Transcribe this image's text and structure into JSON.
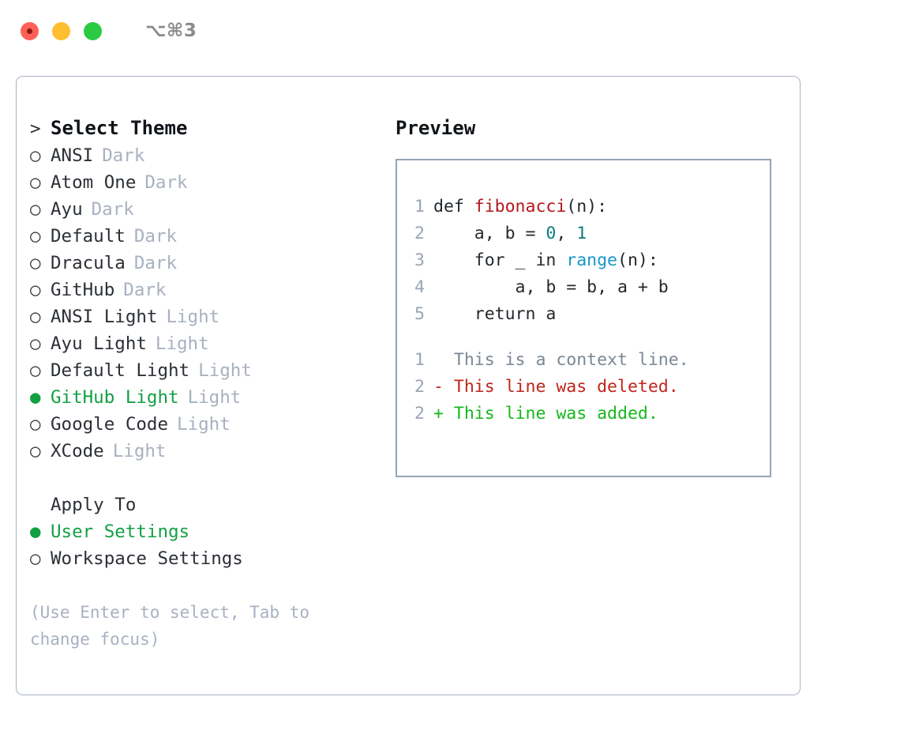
{
  "titlebar": {
    "shortcut": "⌥⌘3",
    "lights": [
      "close",
      "minimize",
      "zoom"
    ]
  },
  "theme_list": {
    "header": "Select Theme",
    "header_marker": ">",
    "marker_selected": "●",
    "marker_unselected": "○",
    "items": [
      {
        "name": "ANSI",
        "kind": "Dark",
        "selected": false
      },
      {
        "name": "Atom One",
        "kind": "Dark",
        "selected": false
      },
      {
        "name": "Ayu",
        "kind": "Dark",
        "selected": false
      },
      {
        "name": "Default",
        "kind": "Dark",
        "selected": false
      },
      {
        "name": "Dracula",
        "kind": "Dark",
        "selected": false
      },
      {
        "name": "GitHub",
        "kind": "Dark",
        "selected": false
      },
      {
        "name": "ANSI Light",
        "kind": "Light",
        "selected": false
      },
      {
        "name": "Ayu Light",
        "kind": "Light",
        "selected": false
      },
      {
        "name": "Default Light",
        "kind": "Light",
        "selected": false
      },
      {
        "name": "GitHub Light",
        "kind": "Light",
        "selected": true
      },
      {
        "name": "Google Code",
        "kind": "Light",
        "selected": false
      },
      {
        "name": "XCode",
        "kind": "Light",
        "selected": false
      }
    ]
  },
  "apply_to": {
    "header": "Apply To",
    "items": [
      {
        "name": "User Settings",
        "selected": true
      },
      {
        "name": "Workspace Settings",
        "selected": false
      }
    ]
  },
  "hint": "(Use Enter to select, Tab to change focus)",
  "preview": {
    "title": "Preview",
    "code_lines": [
      {
        "number": "1",
        "segments": [
          {
            "text": "def ",
            "token": "plain"
          },
          {
            "text": "fibonacci",
            "token": "function"
          },
          {
            "text": "(n):",
            "token": "plain"
          }
        ]
      },
      {
        "number": "2",
        "segments": [
          {
            "text": "    a, b = ",
            "token": "plain"
          },
          {
            "text": "0",
            "token": "number"
          },
          {
            "text": ", ",
            "token": "plain"
          },
          {
            "text": "1",
            "token": "number"
          }
        ]
      },
      {
        "number": "3",
        "segments": [
          {
            "text": "    for _ in ",
            "token": "plain"
          },
          {
            "text": "range",
            "token": "builtin"
          },
          {
            "text": "(n):",
            "token": "plain"
          }
        ]
      },
      {
        "number": "4",
        "segments": [
          {
            "text": "        a, b = b, a + b",
            "token": "plain"
          }
        ]
      },
      {
        "number": "5",
        "segments": [
          {
            "text": "    return a",
            "token": "plain"
          }
        ]
      }
    ],
    "diff_lines": [
      {
        "number": "1",
        "sign": " ",
        "text": " This is a context line.",
        "kind": "context"
      },
      {
        "number": "2",
        "sign": "-",
        "text": " This line was deleted.",
        "kind": "deleted"
      },
      {
        "number": "2",
        "sign": "+",
        "text": " This line was added.",
        "kind": "added"
      }
    ]
  },
  "colors": {
    "selection_green": "#12a044",
    "muted": "#a8b1c0",
    "function_red": "#b5161d",
    "number_teal": "#0b7c7c",
    "builtin_blue": "#1a97c8",
    "diff_deleted": "#c0251c",
    "diff_added": "#15b81c",
    "border": "#97a3b6"
  }
}
